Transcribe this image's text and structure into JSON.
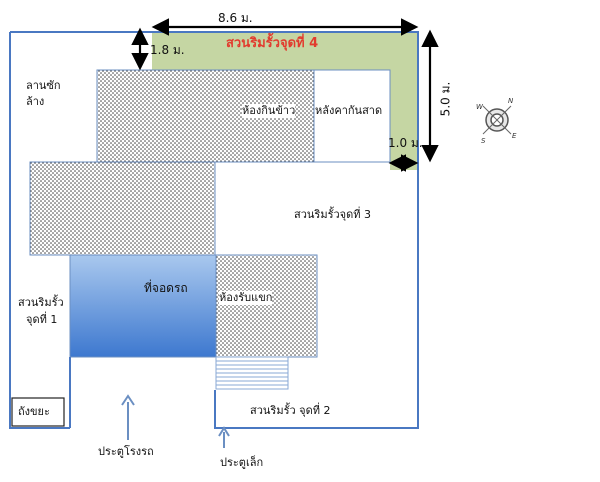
{
  "dimensions": {
    "top_width": "8.6 ม.",
    "depth": "1.8 ม.",
    "right_height": "5.0 ม.",
    "small": "1.0 ม."
  },
  "rooms": {
    "garden4": "สวนริมรั้วจุดที่ 4",
    "laundry_line1": "ลานซัก",
    "laundry_line2": "ล้าง",
    "dining": "ห้องกินข้าว",
    "eave": "หลังคากันสาด",
    "garden3": "สวนริมรั้วจุดที่ 3",
    "parking": "ที่จอดรถ",
    "guest": "ห้องรับแขก",
    "garden1_line1": "สวนริมรั้ว",
    "garden1_line2": "จุดที่ 1",
    "garden2": "สวนริมรั้ว จุดที่ 2",
    "bin": "ถังขยะ"
  },
  "gates": {
    "main": "ประตูโรงรถ",
    "small": "ประตูเล็ก"
  },
  "compass": {
    "n": "N",
    "w": "W",
    "s": "S",
    "e": "E"
  },
  "colors": {
    "wall": "#4a78c2",
    "garden_green": "#c5d6a3",
    "parking_top": "#9ec0ea",
    "parking_bottom": "#3f7bd0",
    "arrow_blue": "#6b8fc2",
    "label_red": "#e23b2e"
  }
}
